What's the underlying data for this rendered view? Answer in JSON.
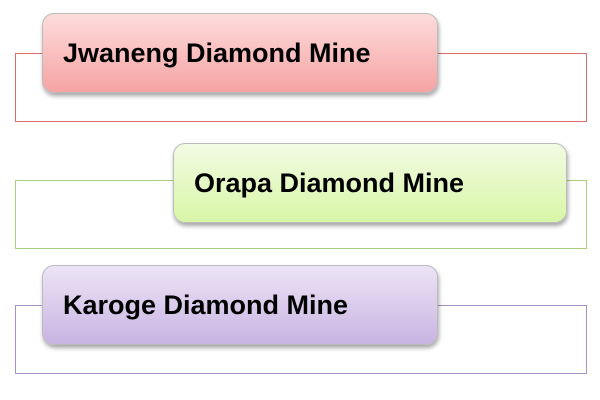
{
  "items": [
    {
      "label": "Jwaneng Diamond Mine",
      "color": "#f6a3a3"
    },
    {
      "label": "Orapa Diamond Mine",
      "color": "#d8f6a6"
    },
    {
      "label": "Karoge Diamond Mine",
      "color": "#c9b4e2"
    }
  ]
}
